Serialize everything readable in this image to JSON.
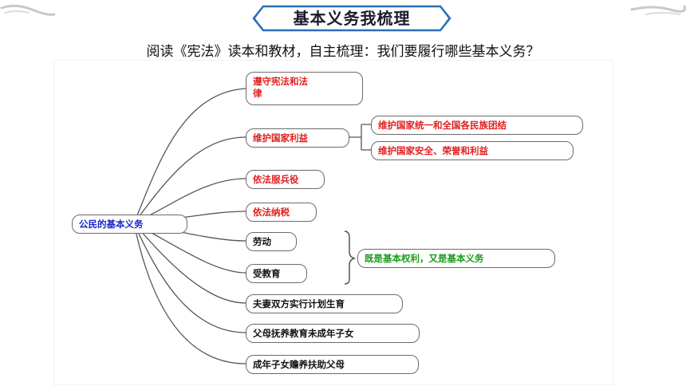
{
  "header": {
    "title": "基本义务我梳理",
    "question": "阅读《宪法》读本和教材，自主梳理：我们要履行哪些基本义务？"
  },
  "colors": {
    "banner_border": "#2a6db8",
    "red_text": "#e02020",
    "blue_text": "#1a28c8",
    "green_text": "#1c9a1c"
  },
  "mindmap": {
    "root": "公民的基本义务",
    "branches": [
      {
        "label": "遵守宪法和法律",
        "line1": "遵守宪法和法",
        "line2": "律"
      },
      {
        "label": "维护国家利益"
      },
      {
        "label": "依法服兵役"
      },
      {
        "label": "依法纳税"
      },
      {
        "label": "劳动"
      },
      {
        "label": "受教育"
      },
      {
        "label": "夫妻双方实行计划生育"
      },
      {
        "label": "父母抚养教育未成年子女"
      },
      {
        "label": "成年子女赡养扶助父母"
      }
    ],
    "sub_national": [
      "维护国家统一和全国各民族团结",
      "维护国家安全、荣誉和利益"
    ],
    "rights_note": "既是基本权利，又是基本义务"
  }
}
